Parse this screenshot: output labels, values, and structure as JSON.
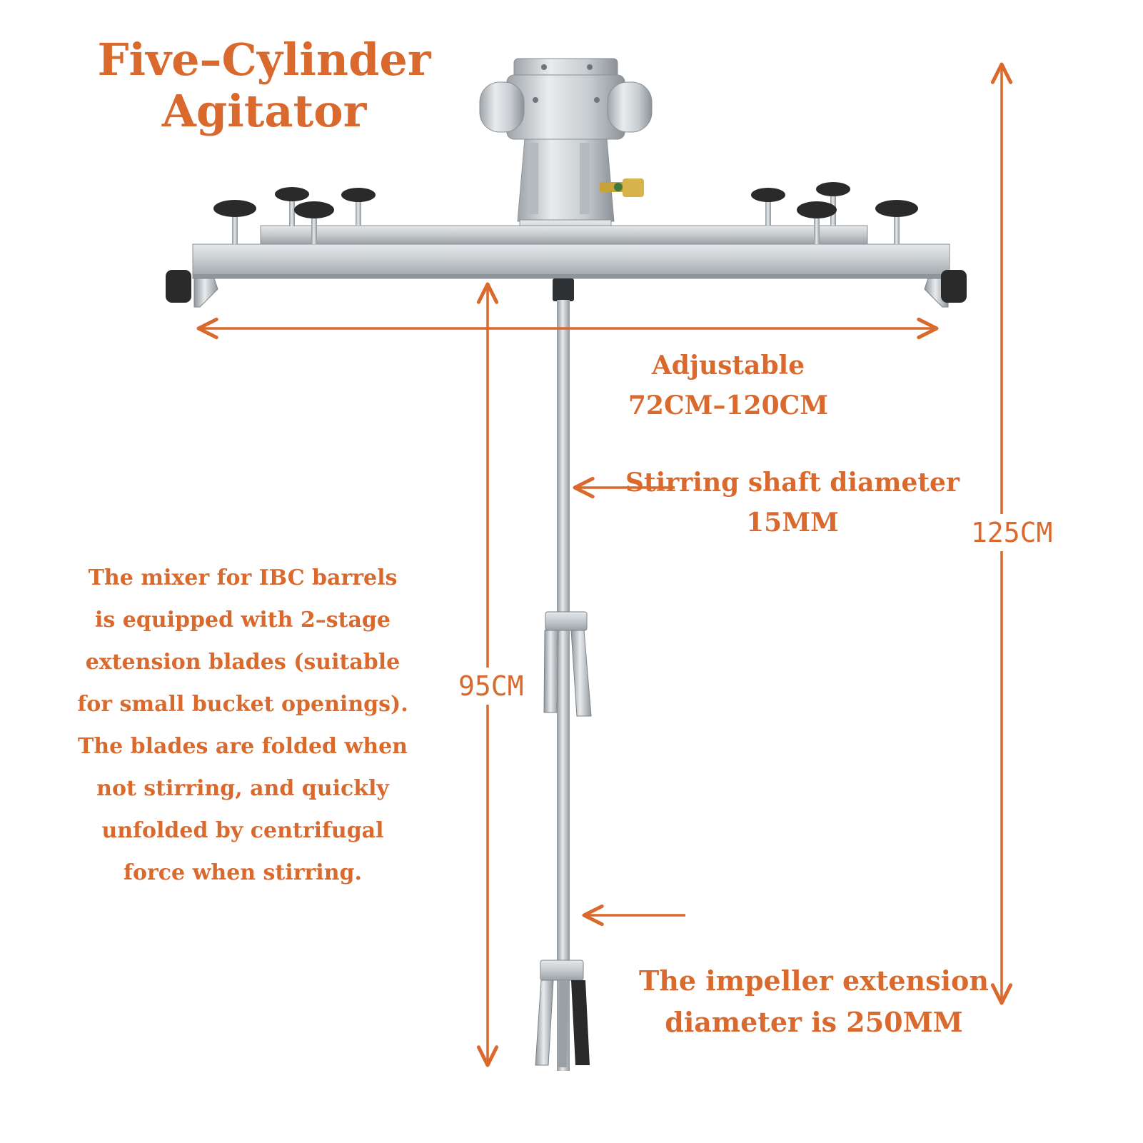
{
  "title": {
    "line1": "Five–Cylinder",
    "line2": "Agitator"
  },
  "annotations": {
    "adjustable": {
      "line1": "Adjustable",
      "line2": "72CM–120CM"
    },
    "shaft": {
      "line1": "Stirring shaft diameter",
      "line2": "15MM"
    },
    "impeller": {
      "line1": "The impeller extension",
      "line2": "diameter is 250MM"
    },
    "height_total": "125CM",
    "height_shaft": "95CM"
  },
  "description": {
    "lines": [
      "The mixer for IBC barrels",
      "is equipped with 2–stage",
      "extension blades (suitable",
      "for small bucket openings).",
      "The blades are folded when",
      "not stirring, and quickly",
      "unfolded by centrifugal",
      "force when stirring."
    ]
  },
  "colors": {
    "accent": "#d9692c",
    "metal": "#c9cdd0",
    "knob": "#2a2a2a"
  }
}
